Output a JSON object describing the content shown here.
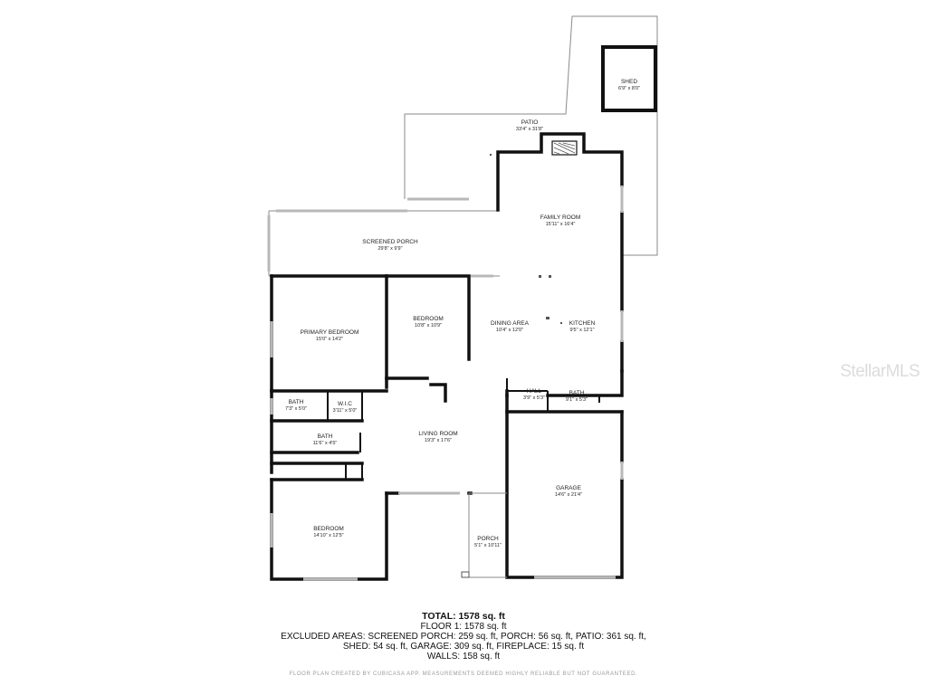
{
  "rooms": {
    "shed": {
      "name": "SHED",
      "dims": "6'9\" x 8'0\""
    },
    "patio": {
      "name": "PATIO",
      "dims": "33'4\" x 31'8\""
    },
    "family_room": {
      "name": "FAMILY ROOM",
      "dims": "15'11\" x 16'4\""
    },
    "screened_porch": {
      "name": "SCREENED PORCH",
      "dims": "29'8\" x 9'9\""
    },
    "primary_bedroom": {
      "name": "PRIMARY BEDROOM",
      "dims": "15'0\" x 14'2\""
    },
    "bedroom_2": {
      "name": "BEDROOM",
      "dims": "10'8\" x 10'9\""
    },
    "dining_area": {
      "name": "DINING AREA",
      "dims": "10'4\" x 12'0\""
    },
    "kitchen": {
      "name": "KITCHEN",
      "dims": "9'5\" x 12'1\""
    },
    "bath_1": {
      "name": "BATH",
      "dims": "7'3\" x 5'0\""
    },
    "wic": {
      "name": "W.I.C",
      "dims": "3'11\" x 5'0\""
    },
    "hall": {
      "name": "HALL",
      "dims": "3'9\" x 5'3\""
    },
    "bath_3": {
      "name": "BATH",
      "dims": "9'1\" x 5'3\""
    },
    "bath_2": {
      "name": "BATH",
      "dims": "11'6\" x 4'5\""
    },
    "living_room": {
      "name": "LIVING ROOM",
      "dims": "19'3\" x 17'6\""
    },
    "garage": {
      "name": "GARAGE",
      "dims": "14'6\" x 21'4\""
    },
    "bedroom_3": {
      "name": "BEDROOM",
      "dims": "14'10\" x 12'5\""
    },
    "porch": {
      "name": "PORCH",
      "dims": "5'1\" x 10'11\""
    }
  },
  "summary": {
    "total": "TOTAL: 1578 sq. ft",
    "floor": "FLOOR 1: 1578 sq. ft",
    "excluded_1": "EXCLUDED AREAS: SCREENED PORCH: 259 sq. ft, PORCH: 56 sq. ft, PATIO: 361 sq. ft,",
    "excluded_2": "SHED: 54 sq. ft, GARAGE: 309 sq. ft, FIREPLACE: 15 sq. ft",
    "walls": "WALLS: 158 sq. ft"
  },
  "disclaimer": "FLOOR PLAN CREATED BY CUBICASA APP. MEASUREMENTS DEEMED HIGHLY RELIABLE BUT NOT GUARANTEED.",
  "watermark": "StellarMLS",
  "colors": {
    "wall": "#111111",
    "thin_line": "#8a8a8a",
    "window": "#b8b8b8",
    "background": "#ffffff",
    "watermark": "#dcdcdc"
  }
}
